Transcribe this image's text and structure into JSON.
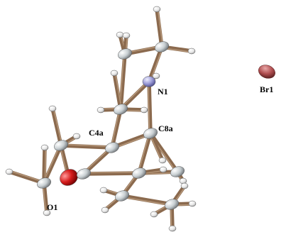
{
  "labels": {
    "n1": "N1",
    "c4a": "C4a",
    "c8a": "C8a",
    "o1": "O1",
    "br1": "Br1"
  },
  "colors": {
    "background": "#ffffff",
    "bond": "#8b6a4e",
    "carbon": "#c8cfd2",
    "hydrogen": "#e7e7e7",
    "nitrogen": "#9a9ad6",
    "oxygen": "#d51c1c",
    "bromine": "#b04e50",
    "label": "#000000"
  }
}
